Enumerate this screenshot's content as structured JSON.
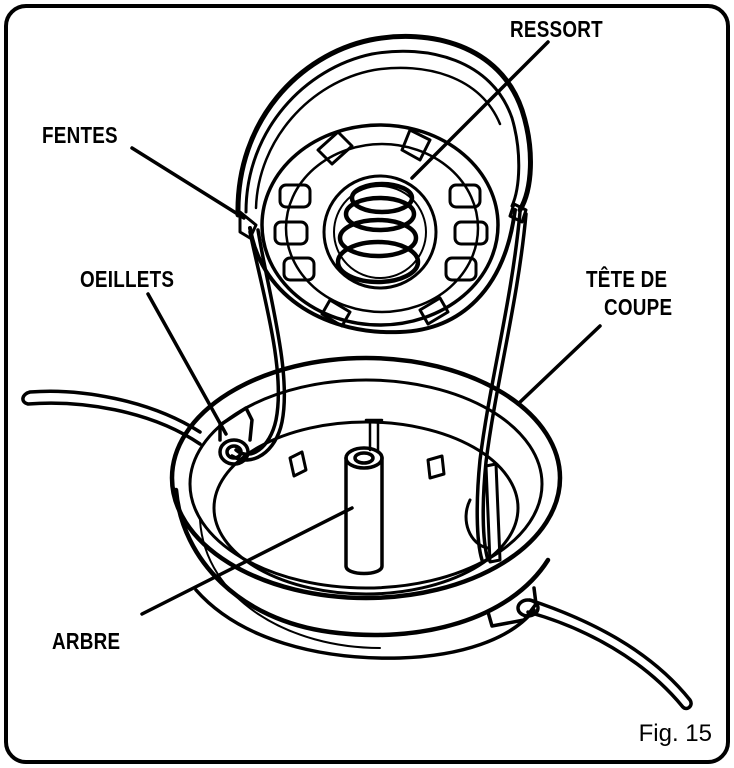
{
  "labels": {
    "ressort": "RESSORT",
    "fentes": "FENTES",
    "oeillets": "OEILLETS",
    "tete_de_coupe_line1": "TÊTE DE",
    "tete_de_coupe_line2": "COUPE",
    "arbre": "ARBRE"
  },
  "figure_caption": "Fig. 15"
}
